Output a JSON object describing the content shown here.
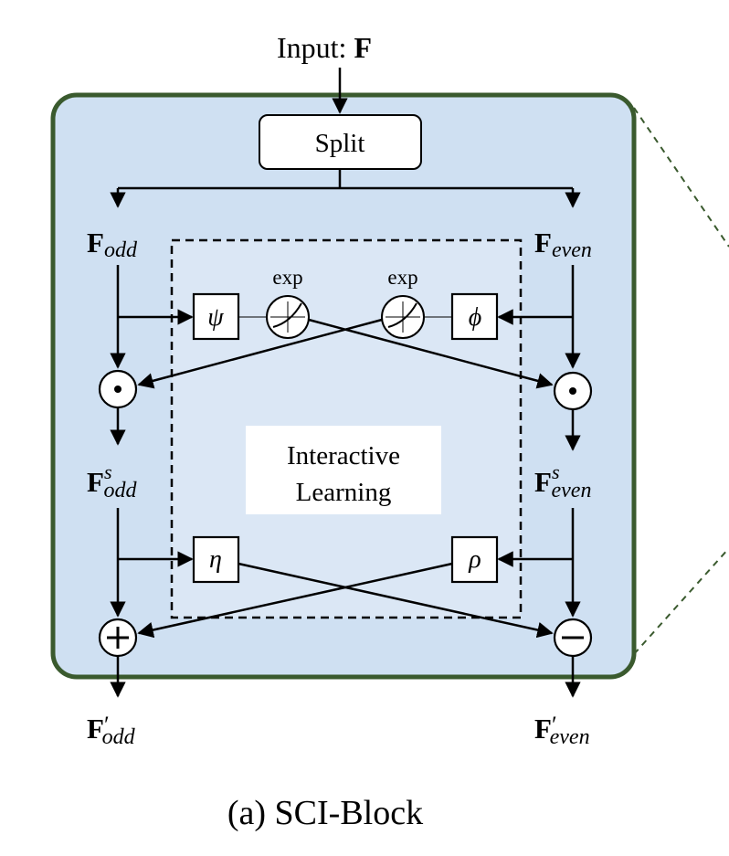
{
  "input": {
    "prefix": "Input:",
    "symbol": "F"
  },
  "split_label": "Split",
  "center_label": {
    "line1": "Interactive",
    "line2": "Learning"
  },
  "exp_label": "exp",
  "ops": {
    "psi": "ψ",
    "phi": "ϕ",
    "eta": "η",
    "rho": "ρ"
  },
  "signals": {
    "base": "F",
    "odd": "odd",
    "even": "even",
    "s_sup": "s",
    "prime": "′"
  },
  "caption": "(a) SCI-Block",
  "colors": {
    "block_fill": "#cfe0f2",
    "block_border": "#3a5a2e",
    "inner_fill": "#dbe7f5",
    "dashed_link": "#3a5a2e"
  }
}
